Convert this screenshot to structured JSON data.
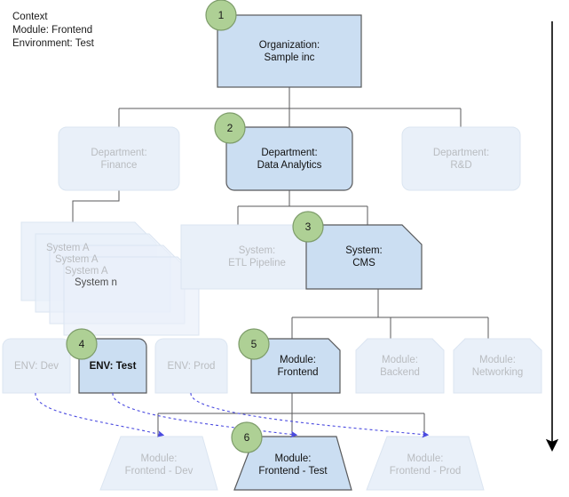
{
  "context": {
    "title": "Context",
    "lines": [
      "Context",
      "Module: Frontend",
      "Environment: Test"
    ]
  },
  "colors": {
    "active_fill": "#cbdef2",
    "faded_fill": "#e9f0f9",
    "active_stroke": "#58595b",
    "faded_stroke": "#dbe5f1",
    "badge_fill": "#aed095",
    "badge_stroke": "#7d9c6a",
    "connector": "#58595b",
    "dashed": "#4a4ae0",
    "arrow": "#000000",
    "active_text": "#111111",
    "faded_text": "#b9bcc0"
  },
  "nodes": {
    "organization": {
      "lines": [
        "Organization:",
        "Sample inc"
      ],
      "badge": "1",
      "state": "active",
      "shape": "rect"
    },
    "departments": [
      {
        "lines": [
          "Department:",
          "Finance"
        ],
        "badge": null,
        "state": "faded",
        "shape": "rounded-rect"
      },
      {
        "lines": [
          "Department:",
          "Data Analytics"
        ],
        "badge": "2",
        "state": "active",
        "shape": "rounded-rect"
      },
      {
        "lines": [
          "Department:",
          "R&D"
        ],
        "badge": null,
        "state": "faded",
        "shape": "rounded-rect"
      }
    ],
    "system_stack": {
      "layers": [
        "System A",
        "System A",
        "System A",
        "System n"
      ],
      "state": "faded",
      "shape": "cut-corner-stack"
    },
    "systems": [
      {
        "lines": [
          "System:",
          "ETL Pipeline"
        ],
        "badge": null,
        "state": "faded",
        "shape": "cut-corner"
      },
      {
        "lines": [
          "System:",
          "CMS"
        ],
        "badge": "3",
        "state": "active",
        "shape": "cut-corner"
      }
    ],
    "environments": [
      {
        "lines": [
          "ENV: Dev"
        ],
        "badge": null,
        "state": "faded",
        "shape": "round-top"
      },
      {
        "lines": [
          "ENV: Test"
        ],
        "badge": "4",
        "state": "active",
        "shape": "round-top"
      },
      {
        "lines": [
          "ENV: Prod"
        ],
        "badge": null,
        "state": "faded",
        "shape": "round-top"
      }
    ],
    "modules": [
      {
        "lines": [
          "Module:",
          "Frontend"
        ],
        "badge": "5",
        "state": "active",
        "shape": "cut-top-corners"
      },
      {
        "lines": [
          "Module:",
          "Backend"
        ],
        "badge": null,
        "state": "faded",
        "shape": "cut-top-corners"
      },
      {
        "lines": [
          "Module:",
          "Networking"
        ],
        "badge": null,
        "state": "faded",
        "shape": "cut-top-corners"
      }
    ],
    "module_instances": [
      {
        "lines": [
          "Module:",
          "Frontend - Dev"
        ],
        "badge": null,
        "state": "faded",
        "shape": "trapezoid"
      },
      {
        "lines": [
          "Module:",
          "Frontend - Test"
        ],
        "badge": "6",
        "state": "active",
        "shape": "trapezoid"
      },
      {
        "lines": [
          "Module:",
          "Frontend - Prod"
        ],
        "badge": null,
        "state": "faded",
        "shape": "trapezoid"
      }
    ]
  },
  "annotations": {
    "flow_arrow": "downward-arrow",
    "dashed_links": "env-to-module-instance"
  }
}
